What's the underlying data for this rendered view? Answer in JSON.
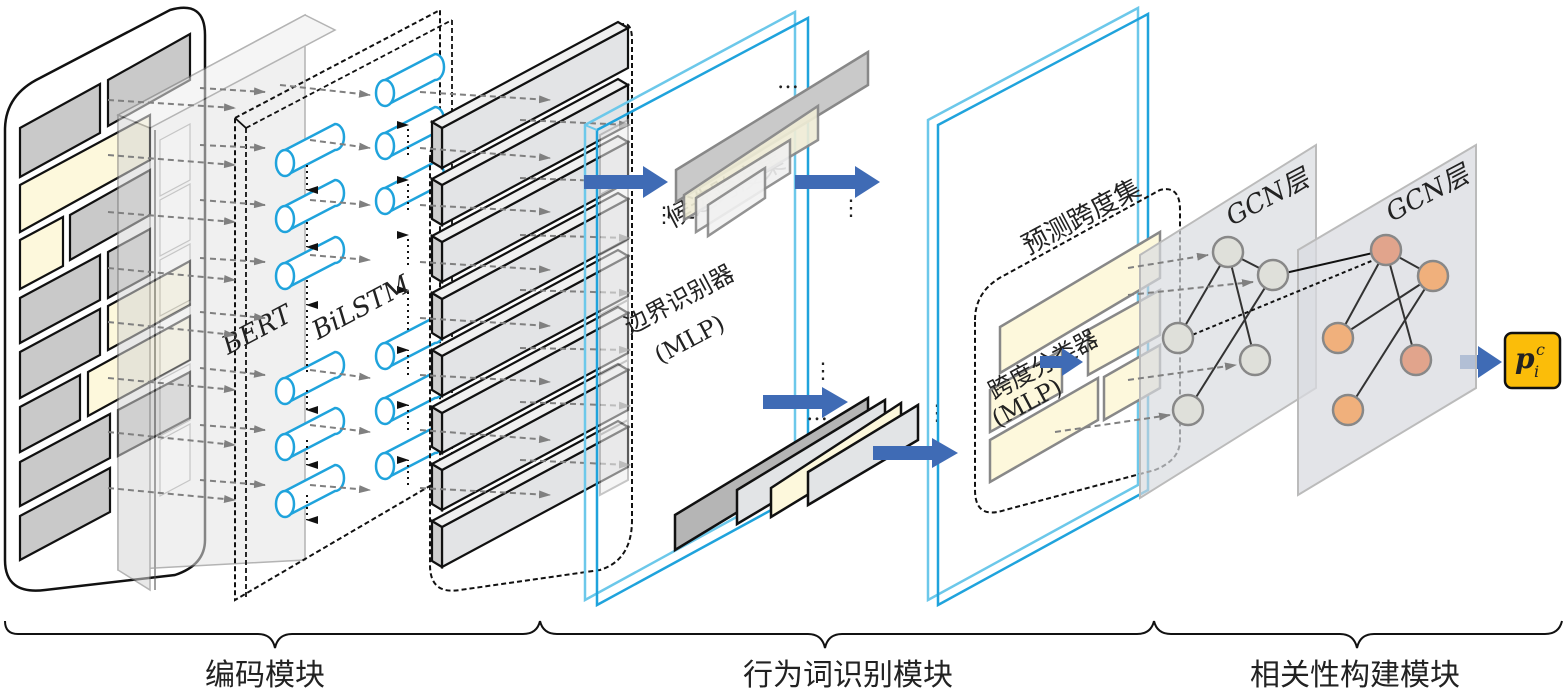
{
  "colors": {
    "token_dark": "#c9c9c9",
    "token_light": "#fdf8dc",
    "bilstm_blue": "#1fa3dc",
    "plane_blue": "#6cc8ea",
    "arrow_blue": "#3f6bb5",
    "gcn_plane": "#d9dbe0",
    "gcn_node_gray": "#dfe0da",
    "gcn_node_orange": "#f0b07c",
    "gcn_node_salmon": "#e1a48c",
    "output_box": "#fbbd09"
  },
  "encoder": {
    "bert_label": "BERT",
    "bilstm_label": "BiLSTM"
  },
  "recognition": {
    "candidate_spans_label": "候选跨度集",
    "boundary_label": "边界识别器",
    "boundary_mlp": "(MLP)",
    "ellipsis": "…",
    "vellipsis": "⋮"
  },
  "prediction": {
    "predicted_spans_label": "预测跨度集",
    "span_classifier_label": "跨度分类器",
    "span_classifier_mlp": "(MLP)"
  },
  "gcn": {
    "layer1_label": "GCN层",
    "layer2_label": "GCN层"
  },
  "output": {
    "symbol": "p",
    "subscript": "i",
    "superscript": "c"
  },
  "modules": [
    {
      "label": "编码模块"
    },
    {
      "label": "行为词识别模块"
    },
    {
      "label": "相关性构建模块"
    }
  ]
}
